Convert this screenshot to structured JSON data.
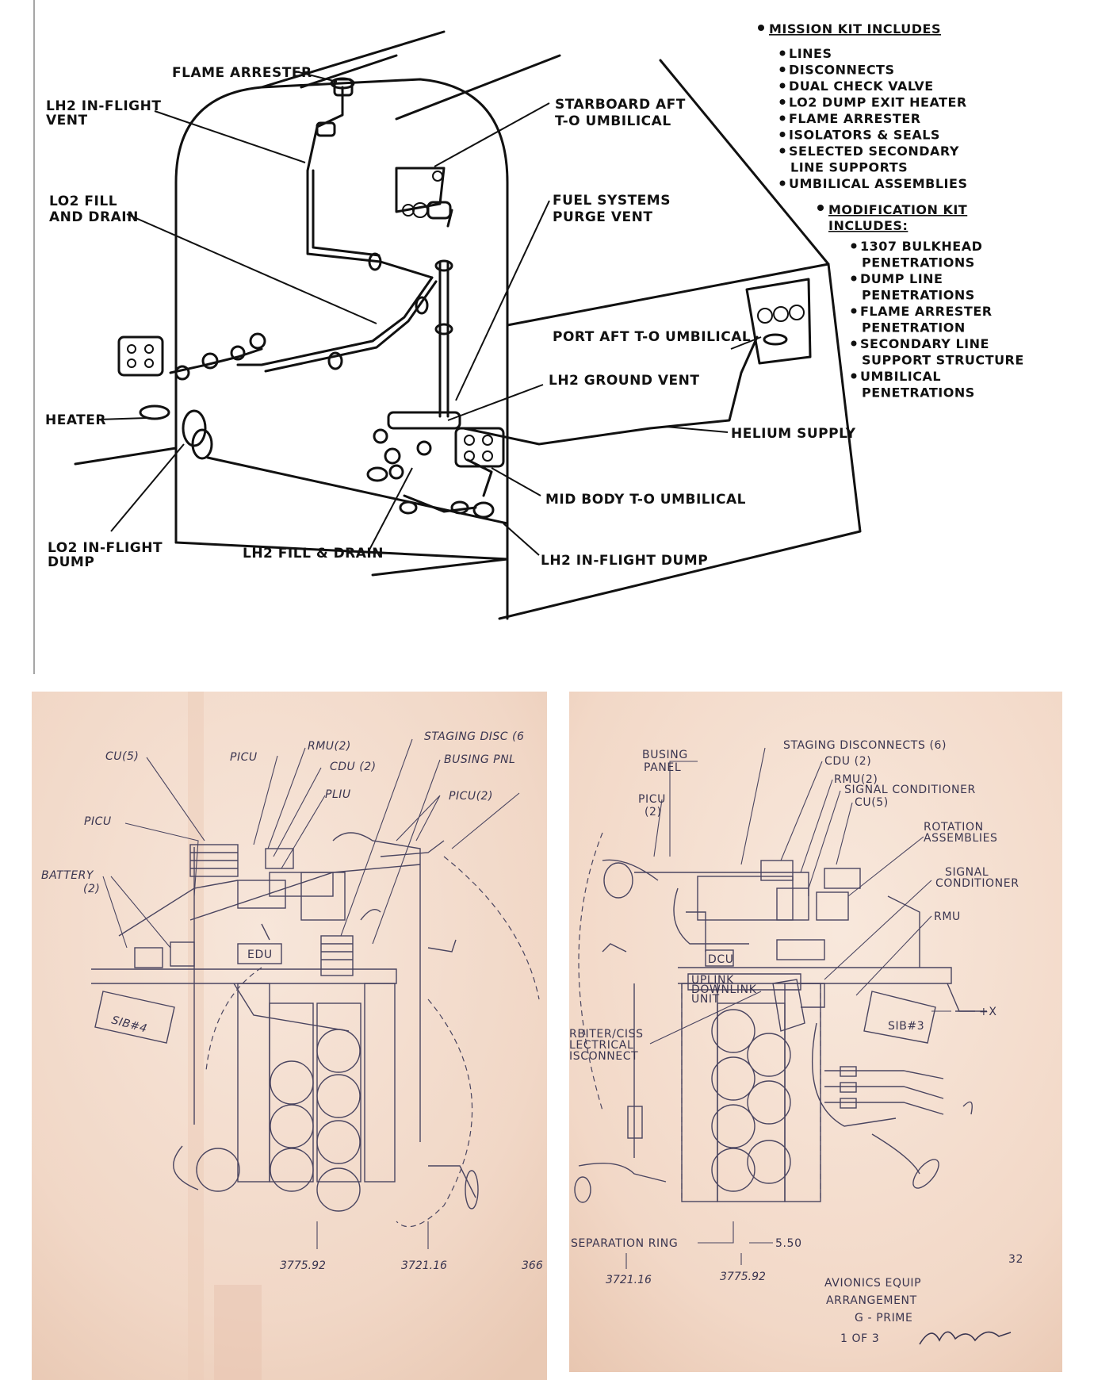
{
  "top_diagram": {
    "labels": {
      "flame_arrester": "FLAME ARRESTER",
      "lh2_inflight_vent_1": "LH2 IN-FLIGHT",
      "lh2_inflight_vent_2": "VENT",
      "lo2_fill_drain_1": "LO2 FILL",
      "lo2_fill_drain_2": "AND DRAIN",
      "heater": "HEATER",
      "lo2_inflight_dump_1": "LO2 IN-FLIGHT",
      "lo2_inflight_dump_2": "DUMP",
      "lh2_fill_drain": "LH2 FILL & DRAIN",
      "starboard_umbilical_1": "STARBOARD AFT",
      "starboard_umbilical_2": "T-O UMBILICAL",
      "fuel_purge_vent_1": "FUEL SYSTEMS",
      "fuel_purge_vent_2": "PURGE VENT",
      "port_umbilical": "PORT AFT T-O UMBILICAL",
      "lh2_ground_vent": "LH2 GROUND VENT",
      "helium_supply": "HELIUM SUPPLY",
      "mid_body_umbilical": "MID BODY T-O UMBILICAL",
      "lh2_inflight_dump": "LH2 IN-FLIGHT DUMP"
    },
    "mission_kit": {
      "title": "MISSION KIT INCLUDES",
      "items": [
        "LINES",
        "DISCONNECTS",
        "DUAL CHECK VALVE",
        "LO2 DUMP EXIT HEATER",
        "FLAME ARRESTER",
        "ISOLATORS & SEALS",
        "SELECTED SECONDARY",
        "LINE SUPPORTS",
        "UMBILICAL ASSEMBLIES"
      ]
    },
    "modification_kit": {
      "title_1": "MODIFICATION KIT",
      "title_2": "INCLUDES:",
      "items": [
        "1307 BULKHEAD",
        "PENETRATIONS",
        "DUMP LINE",
        "PENETRATIONS",
        "FLAME ARRESTER",
        "PENETRATION",
        "SECONDARY LINE",
        "SUPPORT STRUCTURE",
        "UMBILICAL",
        "PENETRATIONS"
      ]
    }
  },
  "left_drawing": {
    "labels": {
      "cu": "CU(5)",
      "picu_top": "PICU",
      "rmu": "RMU(2)",
      "cdu": "CDU (2)",
      "pliu": "PLIU",
      "staging": "STAGING DISC (6",
      "busing": "BUSING PNL",
      "picu2": "PICU(2)",
      "picu_left": "PICU",
      "battery_1": "BATTERY",
      "battery_2": "(2)",
      "edu": "EDU",
      "sib": "SIB#4",
      "dim1": "3775.92",
      "dim2": "3721.16",
      "dim3": "366"
    }
  },
  "right_drawing": {
    "labels": {
      "busing_1": "BUSING",
      "busing_2": "PANEL",
      "staging": "STAGING DISCONNECTS (6)",
      "cdu": "CDU (2)",
      "rmu2": "RMU(2)",
      "signal": "SIGNAL CONDITIONER",
      "cu": "CU(5)",
      "picu_1": "PICU",
      "picu_2": "(2)",
      "rotation_1": "ROTATION",
      "rotation_2": "ASSEMBLIES",
      "signal2_1": "SIGNAL",
      "signal2_2": "CONDITIONER",
      "rmu": "RMU",
      "dcu": "DCU",
      "uplink_1": "UPLINK",
      "uplink_2": "DOWNLINK",
      "uplink_3": "UNIT",
      "orbiter_1": "RBITER/CISS",
      "orbiter_2": "LECTRICAL",
      "orbiter_3": "ISCONNECT",
      "sib": "SIB#3",
      "plus_x": "+X",
      "separation": "SEPARATION RING",
      "dim_550": "5.50",
      "dim1": "3721.16",
      "dim2": "3775.92",
      "page": "32",
      "title_1": "AVIONICS EQUIP",
      "title_2": "ARRANGEMENT",
      "title_3": "G - PRIME",
      "sheet": "1 OF 3"
    }
  },
  "colors": {
    "paper_top": "#ffffff",
    "paper_scan": "#f3dccd",
    "ink": "#111111",
    "pencil": "#4a4560"
  }
}
